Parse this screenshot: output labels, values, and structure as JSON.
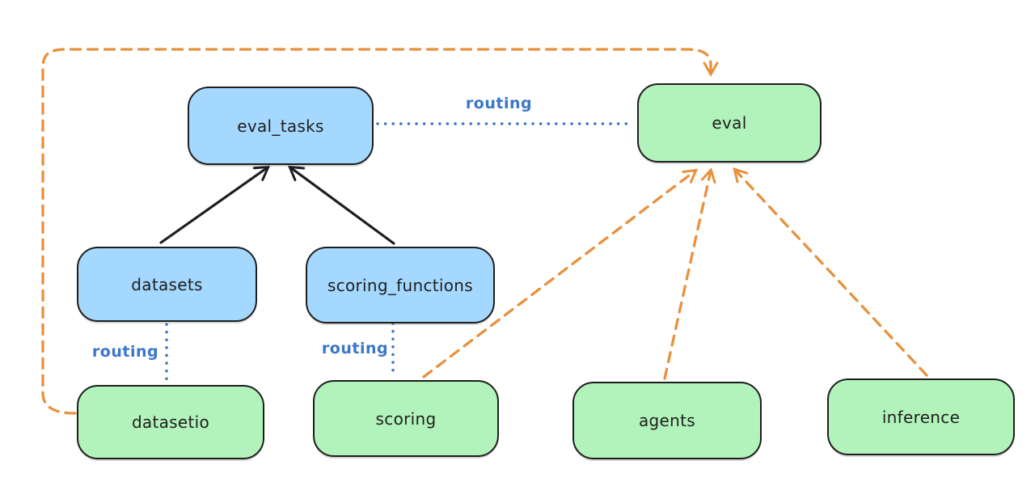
{
  "diagram": {
    "background": "#ffffff",
    "nodes": [
      {
        "id": "eval_tasks",
        "label": "eval_tasks",
        "fill": "#a5d8ff"
      },
      {
        "id": "eval",
        "label": "eval",
        "fill": "#b2f2bb"
      },
      {
        "id": "datasets",
        "label": "datasets",
        "fill": "#a5d8ff"
      },
      {
        "id": "scoring_functions",
        "label": "scoring_functions",
        "fill": "#a5d8ff"
      },
      {
        "id": "datasetio",
        "label": "datasetio",
        "fill": "#b2f2bb"
      },
      {
        "id": "scoring",
        "label": "scoring",
        "fill": "#b2f2bb"
      },
      {
        "id": "agents",
        "label": "agents",
        "fill": "#b2f2bb"
      },
      {
        "id": "inference",
        "label": "inference",
        "fill": "#b2f2bb"
      }
    ],
    "edges": [
      {
        "from": "eval_tasks",
        "to": "eval",
        "label": "routing",
        "style": "dotted",
        "color": "#3b76c8",
        "arrow": false
      },
      {
        "from": "datasets",
        "to": "eval_tasks",
        "style": "solid",
        "color": "#1e1e1e",
        "arrow": true
      },
      {
        "from": "scoring_functions",
        "to": "eval_tasks",
        "style": "solid",
        "color": "#1e1e1e",
        "arrow": true
      },
      {
        "from": "datasets",
        "to": "datasetio",
        "label": "routing",
        "style": "dotted",
        "color": "#3b76c8",
        "arrow": false
      },
      {
        "from": "scoring_functions",
        "to": "scoring",
        "label": "routing",
        "style": "dotted",
        "color": "#3b76c8",
        "arrow": false
      },
      {
        "from": "datasetio",
        "to": "eval",
        "style": "dashed",
        "color": "#e8913d",
        "arrow": true
      },
      {
        "from": "scoring",
        "to": "eval",
        "style": "dashed",
        "color": "#e8913d",
        "arrow": true
      },
      {
        "from": "agents",
        "to": "eval",
        "style": "dashed",
        "color": "#e8913d",
        "arrow": true
      },
      {
        "from": "inference",
        "to": "eval",
        "style": "dashed",
        "color": "#e8913d",
        "arrow": true
      }
    ],
    "colors": {
      "node_stroke": "#1e1e1e",
      "blue_fill": "#a5d8ff",
      "green_fill": "#b2f2bb",
      "routing_blue": "#3b76c8",
      "dashed_orange": "#e8913d",
      "text": "#1e1e1e"
    }
  }
}
